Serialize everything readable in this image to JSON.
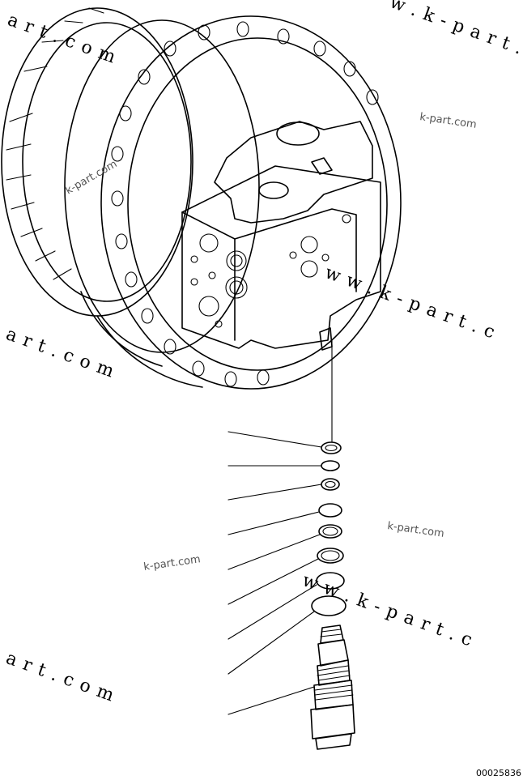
{
  "watermarks": {
    "dotted_a": "w . k - p a r t . c",
    "dotted_b": "w w . k - p a r t . c",
    "dotted_c": "w w . k - p a r t . c",
    "dotted_d": "a r t . c o m",
    "dotted_e": "a r t . c o m",
    "dotted_f": "a r t . c o m",
    "small_a": "k-part.com",
    "small_b": "k-part.com",
    "small_c": "k-part.com",
    "small_d": "k-part.com"
  },
  "drawing_code": "00025836"
}
